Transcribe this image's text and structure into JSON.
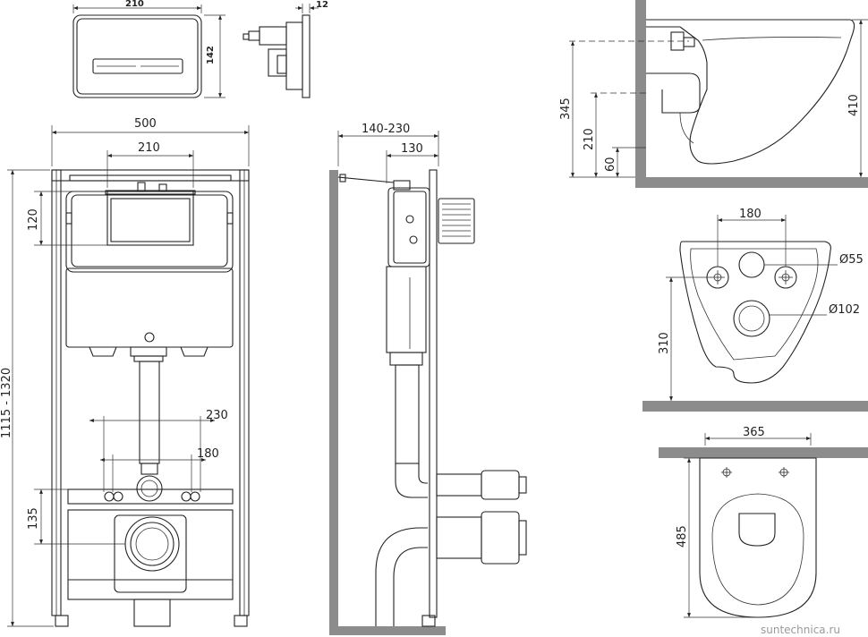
{
  "button_panel": {
    "width": "210",
    "height": "142",
    "depth": "12"
  },
  "front_view": {
    "frame_width": "500",
    "tank_width": "210",
    "height_range": "1115 - 1320",
    "upper_offset": "120",
    "bolt_spacing_outer": "230",
    "bolt_spacing_inner": "180",
    "drain_height": "135"
  },
  "side_view": {
    "depth_range": "140-230",
    "depth_fixed": "130"
  },
  "bowl_side": {
    "height_inlet": "345",
    "height_outlet": "210",
    "height_low": "60",
    "height_rim": "410"
  },
  "bowl_back": {
    "hole_spacing": "180",
    "hole_small": "Ø55",
    "hole_large": "Ø102",
    "height": "310"
  },
  "bowl_top": {
    "width": "365",
    "length": "485"
  },
  "watermark": "suntechnica.ru"
}
